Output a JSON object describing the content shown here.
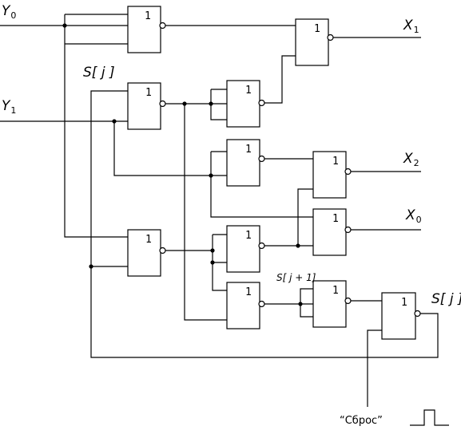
{
  "gate_symbol": "1",
  "labels": {
    "y0": {
      "main": "Y",
      "sub": "0"
    },
    "y1": {
      "main": "Y",
      "sub": "1"
    },
    "x1": {
      "main": "X",
      "sub": "1"
    },
    "x2": {
      "main": "X",
      "sub": "2"
    },
    "x0": {
      "main": "X",
      "sub": "0"
    },
    "s_j_top": "S[ j ]",
    "s_j_right": "S[ j ]",
    "s_j1": "S[ j + 1]",
    "reset": "“Сброс”"
  }
}
